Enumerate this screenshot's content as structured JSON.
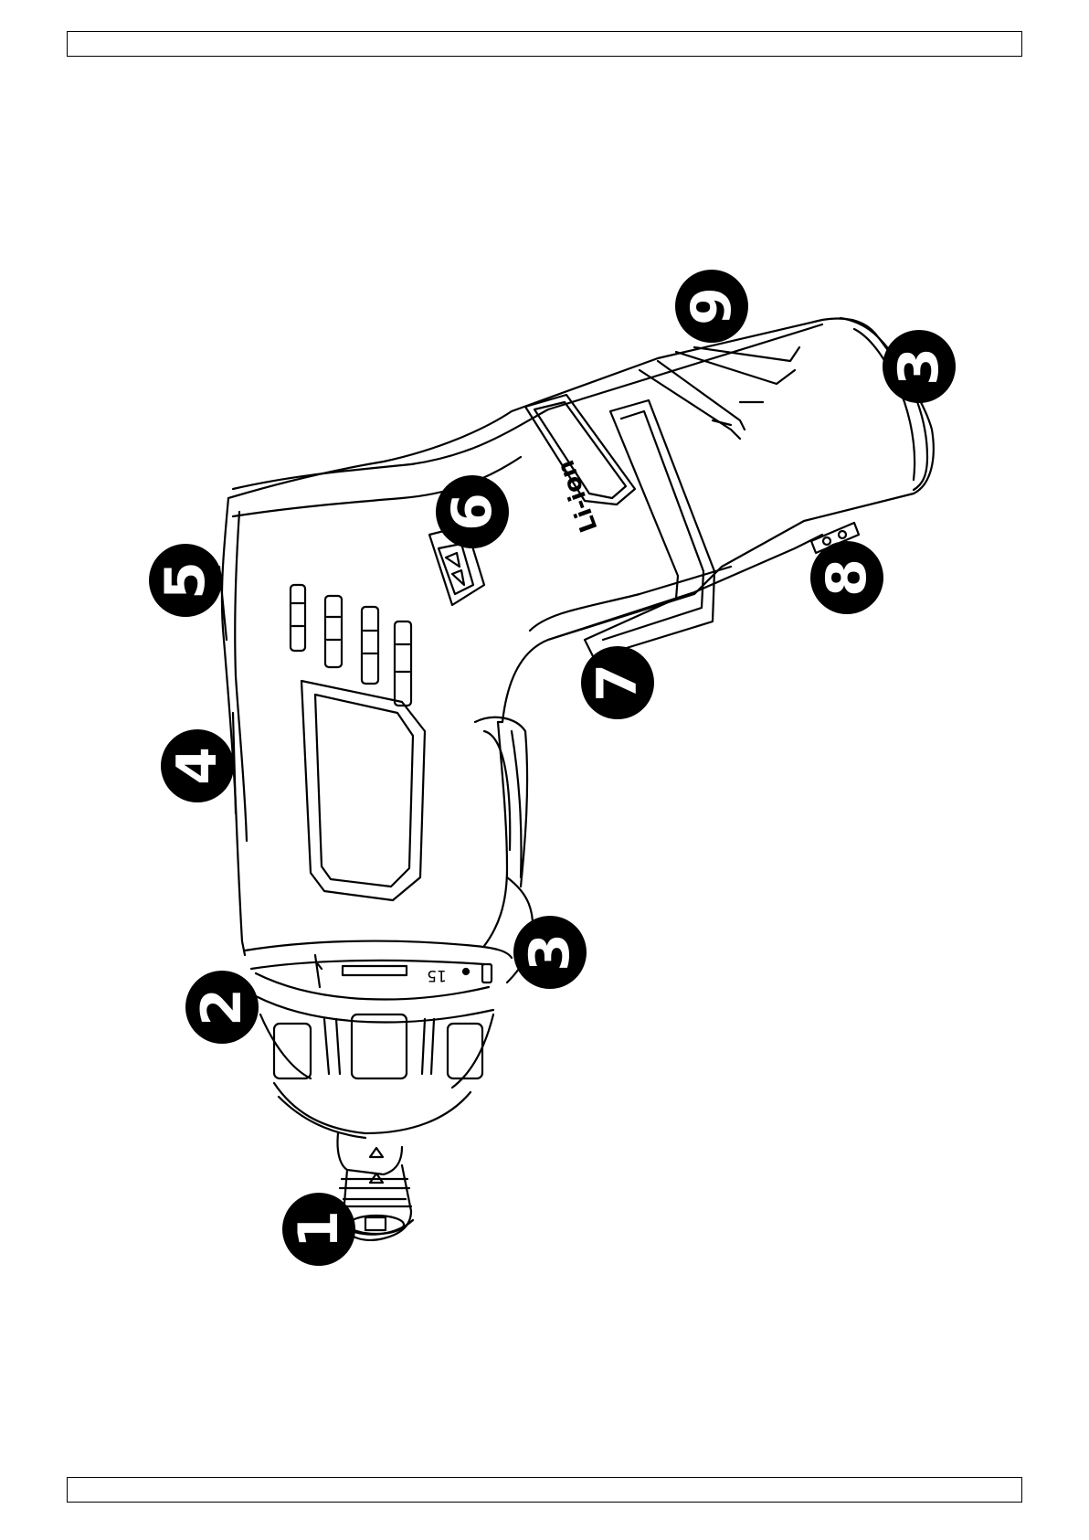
{
  "figure": {
    "brand_label": "Li-ion",
    "torque_scale_label": "15",
    "callouts": [
      {
        "id": "1",
        "label": "1"
      },
      {
        "id": "2",
        "label": "2"
      },
      {
        "id": "3a",
        "label": "3"
      },
      {
        "id": "3b",
        "label": "3"
      },
      {
        "id": "4",
        "label": "4"
      },
      {
        "id": "5",
        "label": "5"
      },
      {
        "id": "6",
        "label": "6"
      },
      {
        "id": "7",
        "label": "7"
      },
      {
        "id": "8",
        "label": "8"
      },
      {
        "id": "9",
        "label": "9"
      }
    ]
  }
}
